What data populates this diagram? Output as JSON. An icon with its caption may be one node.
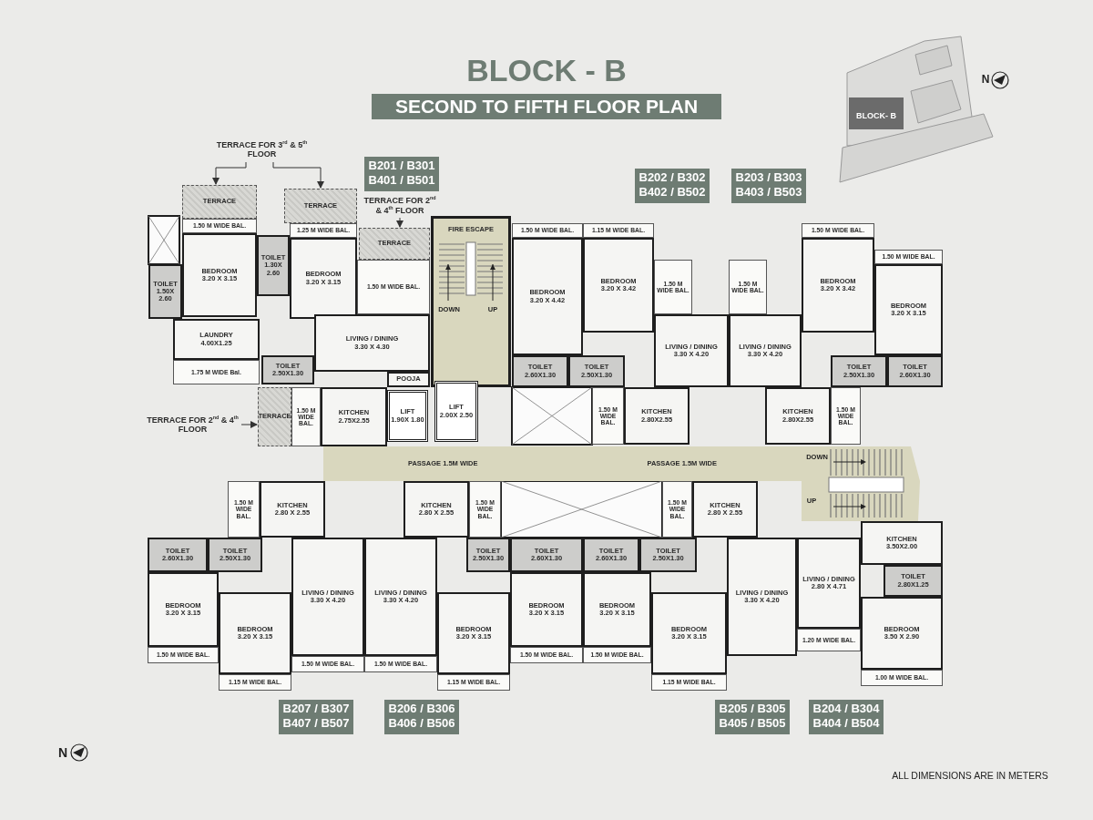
{
  "diagram": {
    "title": "BLOCK - B",
    "nodes": [
      {
        "text": [
          "TERRACE FOR 3$^{rd}$ & 5$^{th}$ FLOOR"
        ]
      },
      {
        "text": [
          "TERRACE"
        ]
      },
      {
        "text": [
          "TERRACE"
        ]
      },
      {
        "text": [
          "TERRACE FOR 2$^{nd}$ & 4$^{th}$ FLOOR"
        ]
      },
      {
        "text": [
          "TERRACE"
        ]
      },
      {
        "text": [
          "1.50 M WIDE BAL."
        ]
      },
      {
        "text": [
          "1.25 M WIDE BAL."
        ]
      },
      {
        "text": [
          "FIRE ESCAPE"
        ]
      },
      {
        "text": [
          "1.50 M WIDE BAL."
        ]
      },
      {
        "text": [
          "1.15 M WIDE BAL."
        ]
      },
      {
        "text": [
          "1.50 M WIDE BAL."
        ]
      },
      {
        "text": [
          "TOILET",
          "1.30X 2.60"
        ]
      },
      {
        "text": [
          "BEDROOM",
          "3.20 X 3.15"
        ]
      },
      {
        "text": [
          "BEDROOM",
          "3.20 X 3.15"
        ]
      },
      {
        "text": [
          "TOILET",
          "1.50X 2.60"
        ]
      },
      {
        "text": [
          "1.50 M WIDE BAL."
        ]
      },
      {
        "text": [
          "BEDROOM",
          "3.20 X 4.42"
        ]
      },
      {
        "text": [
          "BEDROOM",
          "3.20 X 3.42"
        ]
      },
      {
        "text": [
          "1.50 M WIDE BAL."
        ]
      },
      {
        "text": [
          "1.50 M WIDE BAL."
        ]
      },
      {
        "text": [
          "BEDROOM",
          "3.20 X 3.42"
        ]
      },
      {
        "text": [
          "1.50 M WIDE BAL."
        ]
      },
      {
        "text": [
          "BEDROOM",
          "3.20 X 3.15"
        ]
      },
      {
        "text": [
          "LAUNDRY",
          "4.00X1.25"
        ]
      },
      {
        "text": [
          "LIVING / DINING",
          "3.30 X 4.30"
        ]
      },
      {
        "text": [
          "LIVING / DINING",
          "3.30 X 4.20"
        ]
      },
      {
        "text": [
          "LIVING / DINING",
          "3.30 X 4.20"
        ]
      },
      {
        "text": [
          "1.75 M WIDE Bal."
        ]
      },
      {
        "text": [
          "TOILET",
          "2.50X1.30"
        ]
      },
      {
        "text": [
          "TOILET",
          "2.60X1.30"
        ]
      },
      {
        "text": [
          "TOILET",
          "2.50X1.30"
        ]
      },
      {
        "text": [
          "TOILET",
          "2.50X1.30"
        ]
      },
      {
        "text": [
          "TOILET",
          "2.60X1.30"
        ]
      },
      {
        "text": [
          "POOJA"
        ]
      },
      {
        "text": [
          "TERRACE FOR 2$^{nd}$ & 4$^{th}$ FLOOR"
        ]
      },
      {
        "text": [
          "TERRACE"
        ]
      },
      {
        "text": [
          "1.50 M WIDE BAL."
        ]
      },
      {
        "text": [
          "KITCHEN",
          "2.75X2.55"
        ]
      },
      {
        "text": [
          "LIFT",
          "1.90X 1.80"
        ]
      },
      {
        "text": [
          "LIFT",
          "2.00X 2.50"
        ]
      },
      {
        "text": [
          "1.50 M WIDE BAL."
        ]
      },
      {
        "text": [
          "KITCHEN",
          "2.80X2.55"
        ]
      },
      {
        "text": [
          "KITCHEN",
          "2.80X2.55"
        ]
      },
      {
        "text": [
          "1.50 M WIDE BAL."
        ]
      },
      {
        "text": [
          "PASSAGE 1.5M WIDE",
          "PASSAGE 1.5M WIDE"
        ]
      },
      {
        "text": [
          "1.50 M WIDE BAL."
        ]
      },
      {
        "text": [
          "KITCHEN",
          "2.80 X 2.55"
        ]
      },
      {
        "text": [
          "KITCHEN",
          "2.80 X 2.55"
        ]
      },
      {
        "text": [
          "1.50 M WIDE BAL."
        ]
      },
      {
        "text": [
          "1.50 M WIDE BAL."
        ]
      },
      {
        "text": [
          "KITCHEN",
          "2.80 X 2.55"
        ]
      },
      {
        "text": [
          "KITCHEN",
          "3.50X2.00"
        ]
      },
      {
        "text": [
          "TOILET",
          "2.60X1.30"
        ]
      },
      {
        "text": [
          "TOILET",
          "2.50X1.30"
        ]
      },
      {
        "text": [
          "LIVING / DINING",
          "3.30 X 4.20"
        ]
      },
      {
        "text": [
          "LIVING / DINING",
          "3.30 X 4.20"
        ]
      },
      {
        "text": [
          "TOILET",
          "2.50X1.30"
        ]
      },
      {
        "text": [
          "TOILET",
          "2.60X1.30"
        ]
      },
      {
        "text": [
          "TOILET",
          "2.60X1.30"
        ]
      },
      {
        "text": [
          "TOILET",
          "2.50X1.30"
        ]
      },
      {
        "text": [
          "LIVING / DINING",
          "3.30 X 4.20"
        ]
      },
      {
        "text": [
          "LIVING / DINING",
          "2.80 X 4.71"
        ]
      },
      {
        "text": [
          "TOILET",
          "2.80X1.25"
        ]
      },
      {
        "text": [
          "BEDROOM",
          "3.20 X 3.15"
        ]
      },
      {
        "text": [
          "BEDROOM",
          "3.20 X 3.15"
        ]
      },
      {
        "text": [
          "BEDROOM",
          "3.20 X 3.15"
        ]
      },
      {
        "text": [
          "BEDROOM",
          "3.20 X 3.15"
        ]
      },
      {
        "text": [
          "BEDROOM",
          "3.20 X 3.15"
        ]
      },
      {
        "text": [
          "BEDROOM",
          "3.20 X 3.15"
        ]
      },
      {
        "text": [
          "BEDROOM",
          "3.50 X 2.90"
        ]
      },
      {
        "text": [
          "1.20 M WIDE BAL."
        ]
      },
      {
        "text": [
          "1.50 M WIDE BAL."
        ]
      },
      {
        "text": [
          "1.50 M WIDE BAL."
        ]
      },
      {
        "text": [
          "1.50 M WIDE BAL."
        ]
      },
      {
        "text": [
          "1.50 M WIDE BAL."
        ]
      },
      {
        "text": [
          "1.50 M WIDE BAL."
        ]
      },
      {
        "text": [
          "1.00 M WIDE BAL."
        ]
      },
      {
        "text": [
          "1.15 M WIDE BAL."
        ]
      },
      {
        "text": [
          "1.15 M WIDE BAL."
        ]
      },
      {
        "text": [
          "1.15 M WIDE BAL."
        ]
      }
    ],
    "edges": [
      {
        "from": 0,
        "to": 1,
        "arrow": "to"
      },
      {
        "from": 0,
        "to": 2,
        "arrow": "to"
      },
      {
        "from": 3,
        "to": 4,
        "arrow": "to"
      },
      {
        "from": 34,
        "to": 35,
        "arrow": "to"
      }
    ],
    "labels": [
      "SECOND TO FIFTH FLOOR PLAN",
      "BLOCK- B",
      "N",
      "B201 / B301 B401 / B501",
      "B202 / B302 B402 / B502",
      "B203 / B303 B403 / B503",
      "DOWN",
      "UP",
      "DOWN",
      "UP",
      "B207 / B307 B407 / B507",
      "B206 / B306 B406 / B506",
      "B205 / B305 B405 / B505",
      "B204 / B304 B404 / B504",
      "N",
      "ALL DIMENSIONS ARE IN METERS"
    ]
  }
}
